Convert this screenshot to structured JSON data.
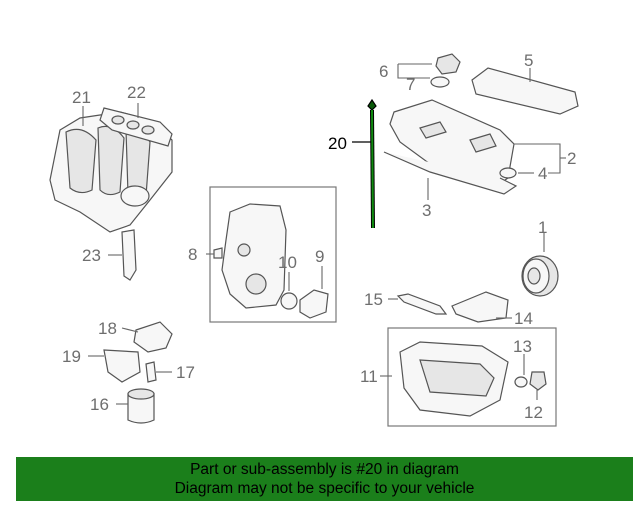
{
  "highlight_color": "#000000",
  "normal_label_color": "#6e6e6e",
  "banner": {
    "background": "#1b7f1b",
    "line1": "Part or sub-assembly is #20 in diagram",
    "line2": "Diagram may not be specific to your vehicle"
  },
  "callouts": {
    "c1": "1",
    "c2": "2",
    "c3": "3",
    "c4": "4",
    "c5": "5",
    "c6": "6",
    "c7": "7",
    "c8": "8",
    "c9": "9",
    "c10": "10",
    "c11": "11",
    "c12": "12",
    "c13": "13",
    "c14": "14",
    "c15": "15",
    "c16": "16",
    "c17": "17",
    "c18": "18",
    "c19": "19",
    "c20": "20",
    "c21": "21",
    "c22": "22",
    "c23": "23"
  }
}
